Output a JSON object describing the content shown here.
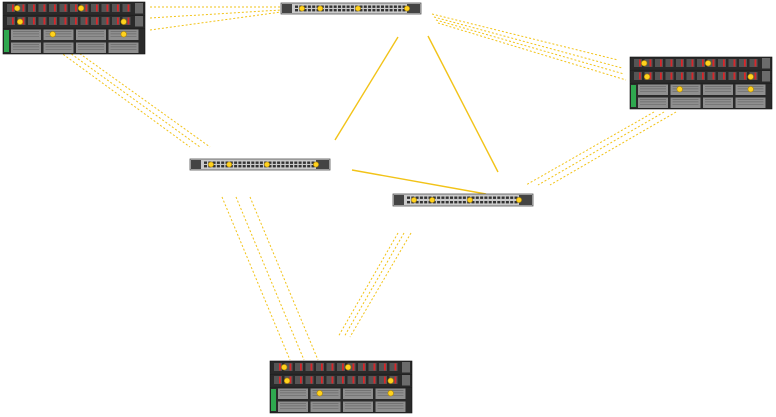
{
  "diagram": {
    "kind": "network-topology",
    "link_color": "#f2c318",
    "device_colors": {
      "chassis": "#2a2a2a",
      "switch_body": "#c9c9c9",
      "port_dot": "#ffd21f",
      "bay_red": "#d8262a",
      "bay_grey": "#8f8f8f"
    },
    "devices": [
      {
        "id": "storage-array-top-left",
        "type": "storage-array"
      },
      {
        "id": "switch-top",
        "type": "switch"
      },
      {
        "id": "storage-array-right",
        "type": "storage-array"
      },
      {
        "id": "switch-middle-left",
        "type": "switch"
      },
      {
        "id": "switch-middle-right",
        "type": "switch"
      },
      {
        "id": "storage-array-bottom",
        "type": "storage-array"
      }
    ],
    "links": [
      {
        "from": "switch-top",
        "to": "switch-middle-left",
        "style": "solid"
      },
      {
        "from": "switch-top",
        "to": "switch-middle-right",
        "style": "solid"
      },
      {
        "from": "switch-middle-left",
        "to": "switch-middle-right",
        "style": "solid"
      },
      {
        "from": "storage-array-top-left",
        "to": "switch-top",
        "style": "dashed",
        "count": 3
      },
      {
        "from": "storage-array-top-left",
        "to": "switch-middle-left",
        "style": "dashed",
        "count": 3
      },
      {
        "from": "switch-top",
        "to": "storage-array-right",
        "style": "dashed",
        "count": 4
      },
      {
        "from": "storage-array-right",
        "to": "switch-middle-right",
        "style": "dashed",
        "count": 3
      },
      {
        "from": "switch-middle-left",
        "to": "storage-array-bottom",
        "style": "dashed",
        "count": 3
      },
      {
        "from": "switch-middle-right",
        "to": "storage-array-bottom",
        "style": "dashed",
        "count": 3
      }
    ]
  }
}
